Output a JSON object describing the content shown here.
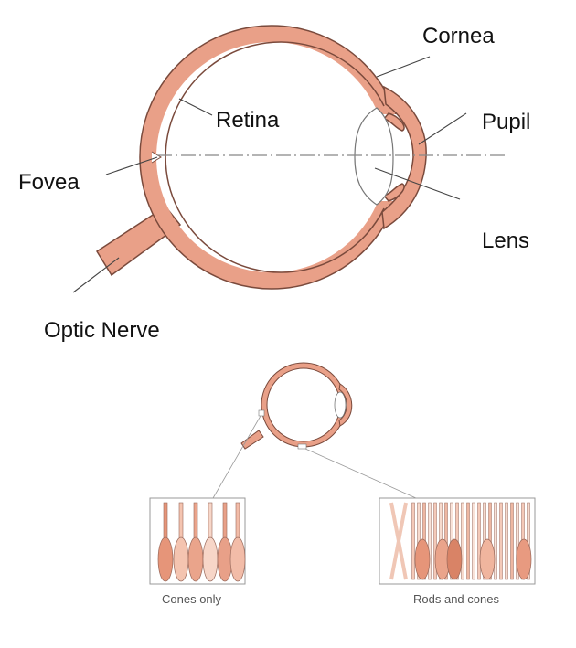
{
  "labels": {
    "cornea": "Cornea",
    "retina": "Retina",
    "pupil": "Pupil",
    "fovea": "Fovea",
    "lens": "Lens",
    "optic_nerve": "Optic Nerve"
  },
  "captions": {
    "cones_only": "Cones only",
    "rods_and_cones": "Rods and cones"
  },
  "colors": {
    "tissue_fill": "#e9a088",
    "tissue_stroke": "#7a4a3c",
    "axis_line": "#888888",
    "leader_line": "#444444",
    "panel_border": "#999999"
  }
}
